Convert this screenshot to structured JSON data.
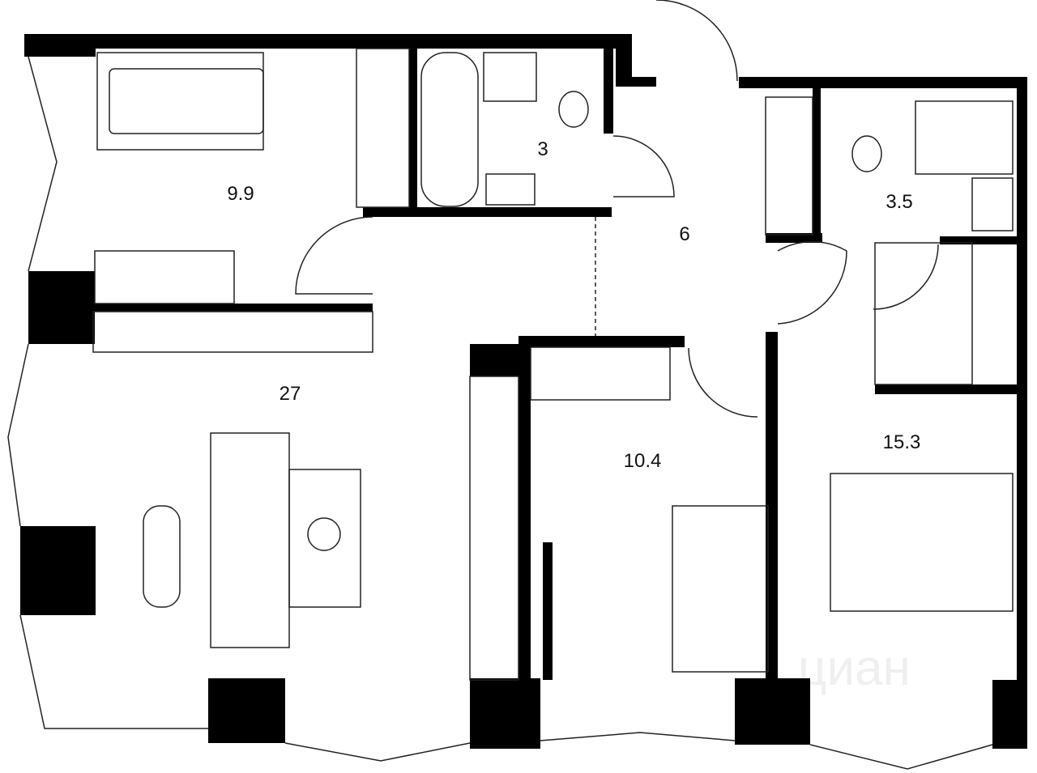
{
  "rooms": [
    {
      "name": "bedroom-small",
      "area": "9.9"
    },
    {
      "name": "bathroom-1",
      "area": "3"
    },
    {
      "name": "hallway",
      "area": "6"
    },
    {
      "name": "bathroom-2",
      "area": "3.5"
    },
    {
      "name": "living-kitchen",
      "area": "27"
    },
    {
      "name": "bedroom-middle",
      "area": "10.4"
    },
    {
      "name": "bedroom-master",
      "area": "15.3"
    }
  ],
  "watermark": "циан",
  "colors": {
    "wall": "#000000",
    "line": "#222222",
    "background": "#ffffff"
  }
}
